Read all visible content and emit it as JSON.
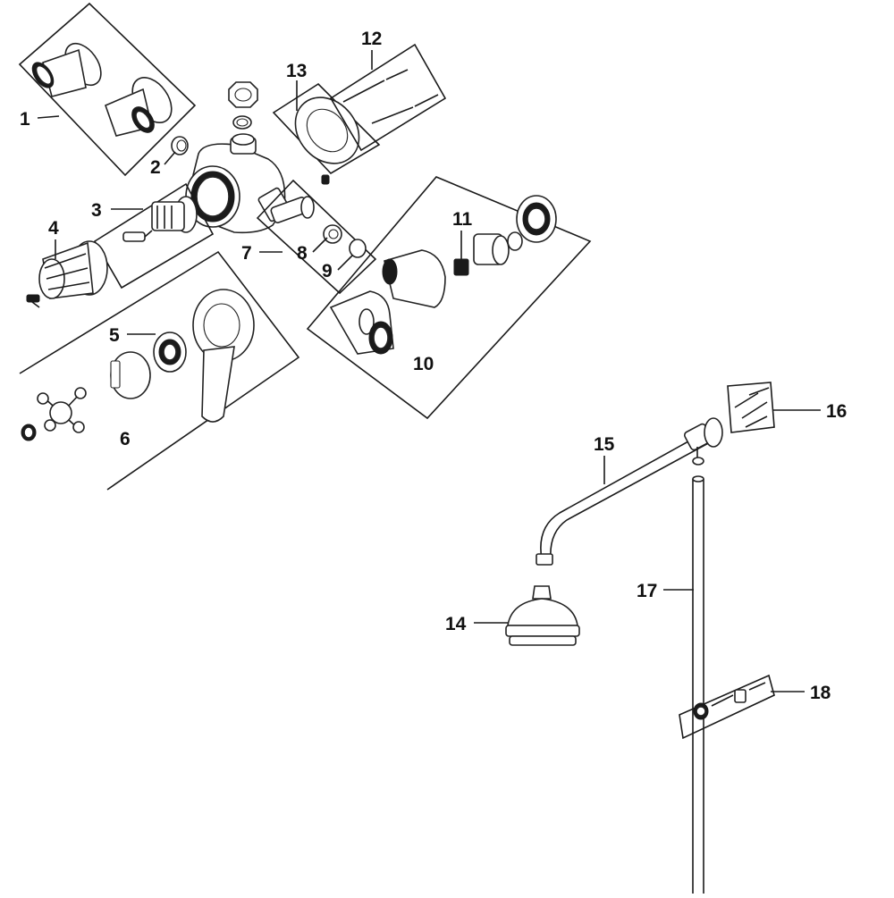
{
  "diagram": {
    "callouts": [
      {
        "id": "1",
        "label": "1"
      },
      {
        "id": "2",
        "label": "2"
      },
      {
        "id": "3",
        "label": "3"
      },
      {
        "id": "4",
        "label": "4"
      },
      {
        "id": "5",
        "label": "5"
      },
      {
        "id": "6",
        "label": "6"
      },
      {
        "id": "7",
        "label": "7"
      },
      {
        "id": "8",
        "label": "8"
      },
      {
        "id": "9",
        "label": "9"
      },
      {
        "id": "10",
        "label": "10"
      },
      {
        "id": "11",
        "label": "11"
      },
      {
        "id": "12",
        "label": "12"
      },
      {
        "id": "13",
        "label": "13"
      },
      {
        "id": "14",
        "label": "14"
      },
      {
        "id": "15",
        "label": "15"
      },
      {
        "id": "16",
        "label": "16"
      },
      {
        "id": "17",
        "label": "17"
      },
      {
        "id": "18",
        "label": "18"
      }
    ],
    "colors": {
      "line": "#1a1a1a",
      "fill": "#ffffff",
      "text": "#111111"
    }
  }
}
